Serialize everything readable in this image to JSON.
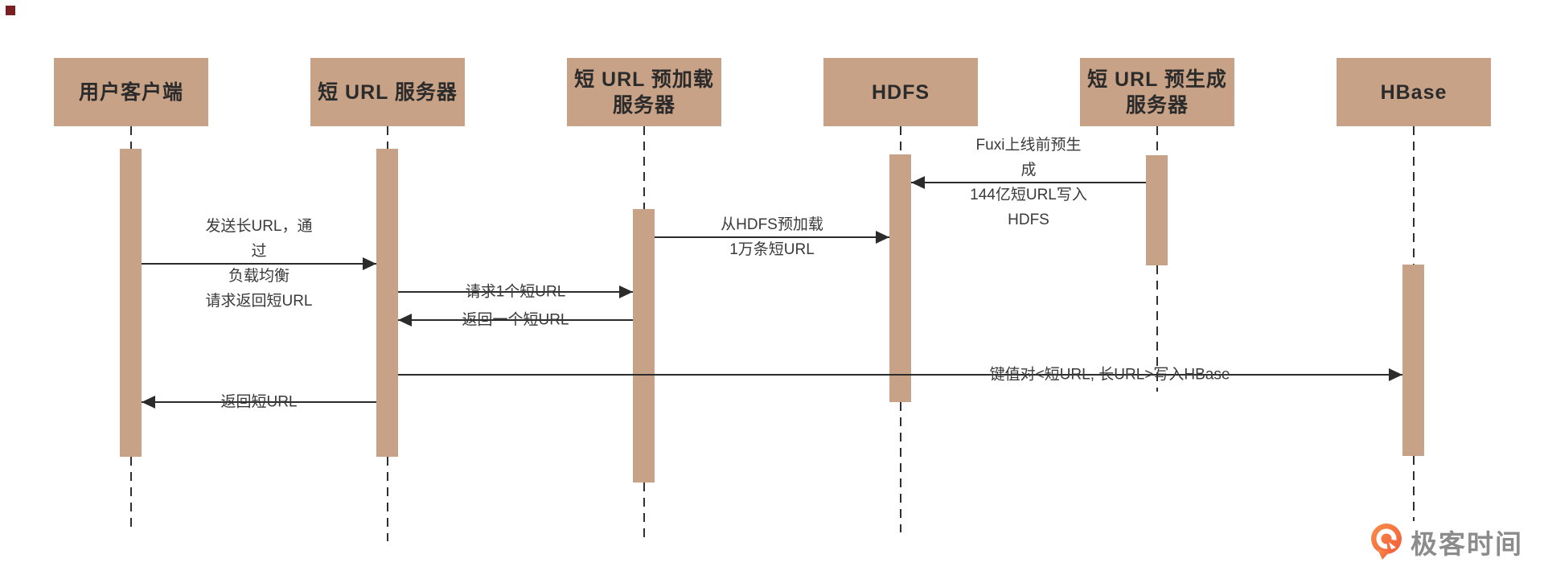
{
  "diagram": {
    "participants": [
      {
        "label": "用户客户端"
      },
      {
        "label": "短 URL 服务器"
      },
      {
        "label": "短 URL 预加载\n服务器"
      },
      {
        "label": "HDFS"
      },
      {
        "label": "短 URL 预生成\n服务器"
      },
      {
        "label": "HBase"
      }
    ],
    "messages": [
      {
        "text": "Fuxi上线前预生成\n144亿短URL写入HDFS",
        "from": "短 URL 预生成 服务器",
        "to": "HDFS",
        "direction": "left"
      },
      {
        "text": "从HDFS预加载\n1万条短URL",
        "from": "短 URL 预加载 服务器",
        "to": "HDFS",
        "direction": "right"
      },
      {
        "text": "发送长URL，通过\n负载均衡\n请求返回短URL",
        "from": "用户客户端",
        "to": "短 URL 服务器",
        "direction": "right"
      },
      {
        "text": "请求1个短URL",
        "from": "短 URL 服务器",
        "to": "短 URL 预加载 服务器",
        "direction": "right"
      },
      {
        "text": "返回一个短URL",
        "from": "短 URL 预加载 服务器",
        "to": "短 URL 服务器",
        "direction": "left"
      },
      {
        "text": "键值对<短URL, 长URL>写入HBase",
        "from": "短 URL 服务器",
        "to": "HBase",
        "direction": "right"
      },
      {
        "text": "返回短URL",
        "from": "短 URL 服务器",
        "to": "用户客户端",
        "direction": "left"
      }
    ]
  },
  "branding": {
    "logo_text": "极客时间"
  },
  "colors": {
    "participant_fill": "#C8A286",
    "line": "#2B2B2B",
    "text": "#3A3A3A",
    "logo_orange": "#F5703E",
    "logo_gray": "#8C8C8C"
  }
}
